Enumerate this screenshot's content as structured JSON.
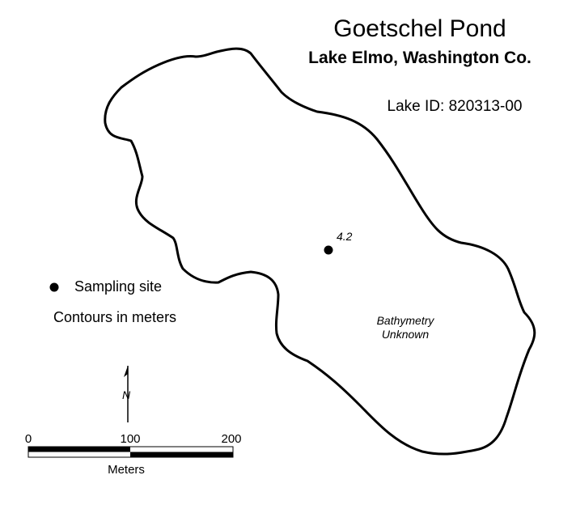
{
  "title": "Goetschel Pond",
  "subtitle": "Lake Elmo, Washington Co.",
  "lake_id": "Lake ID: 820313-00",
  "legend": {
    "sampling_site_label": "Sampling site",
    "contours_label": "Contours in meters"
  },
  "depth_label": "4.2",
  "bathymetry_note": {
    "line1": "Bathymetry",
    "line2": "Unknown"
  },
  "north_arrow_label": "N",
  "scale_bar": {
    "tick_labels": [
      "0",
      "100",
      "200"
    ],
    "unit": "Meters"
  }
}
